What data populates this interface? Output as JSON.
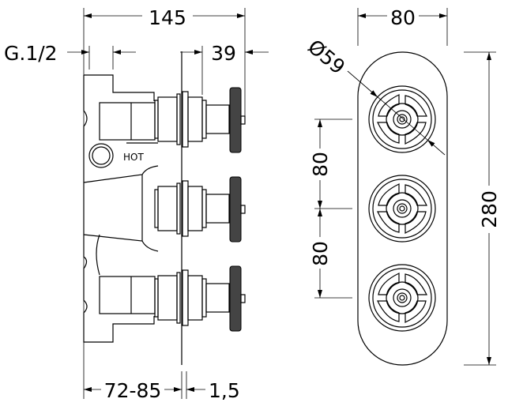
{
  "drawing": {
    "side_view": {
      "overall_depth": "145",
      "inlet_thread": "G.1/2",
      "projection": "39",
      "wall_depth": "72-85",
      "plate_thickness": "1,5",
      "inlet_label": "HOT"
    },
    "front_view": {
      "plate_width": "80",
      "handle_diameter": "Ø59",
      "handle_spacing_1": "80",
      "handle_spacing_2": "80",
      "plate_height": "280"
    },
    "handle_count": 3
  }
}
